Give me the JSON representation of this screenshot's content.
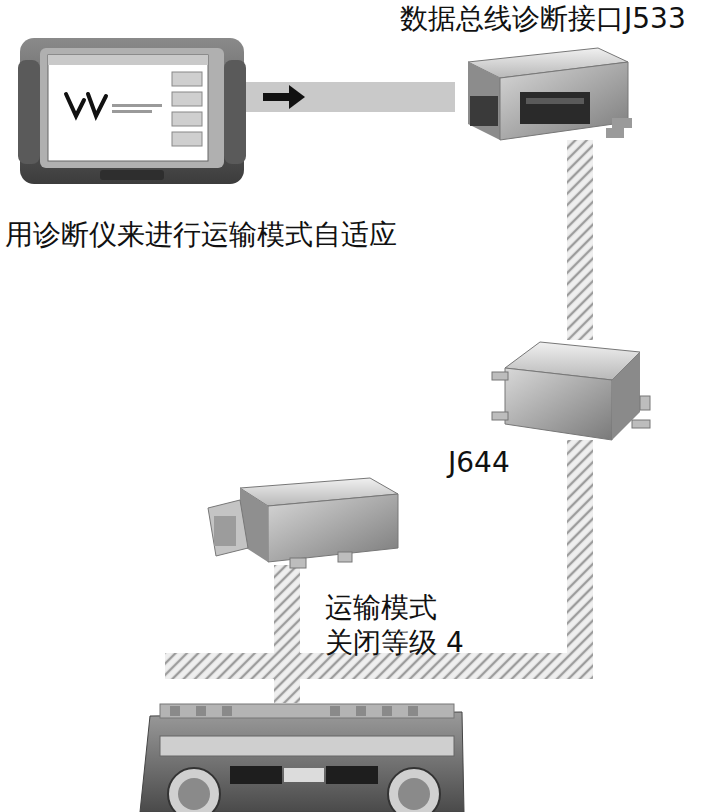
{
  "diagram": {
    "nodes": [
      {
        "text": [
          "用诊断仪来进行运输模式自适应"
        ]
      },
      {
        "text": [
          "数据总线诊断接口J533"
        ]
      },
      {
        "text": [
          "J644"
        ]
      },
      {
        "text": [
          "运输模式 关闭等级 4"
        ]
      }
    ],
    "edges": [
      {
        "from": 0,
        "to": 1,
        "arrow": "to"
      },
      {
        "from": 1,
        "to": 2,
        "arrow": "none"
      },
      {
        "from": 2,
        "to": 3,
        "arrow": "none"
      }
    ]
  }
}
